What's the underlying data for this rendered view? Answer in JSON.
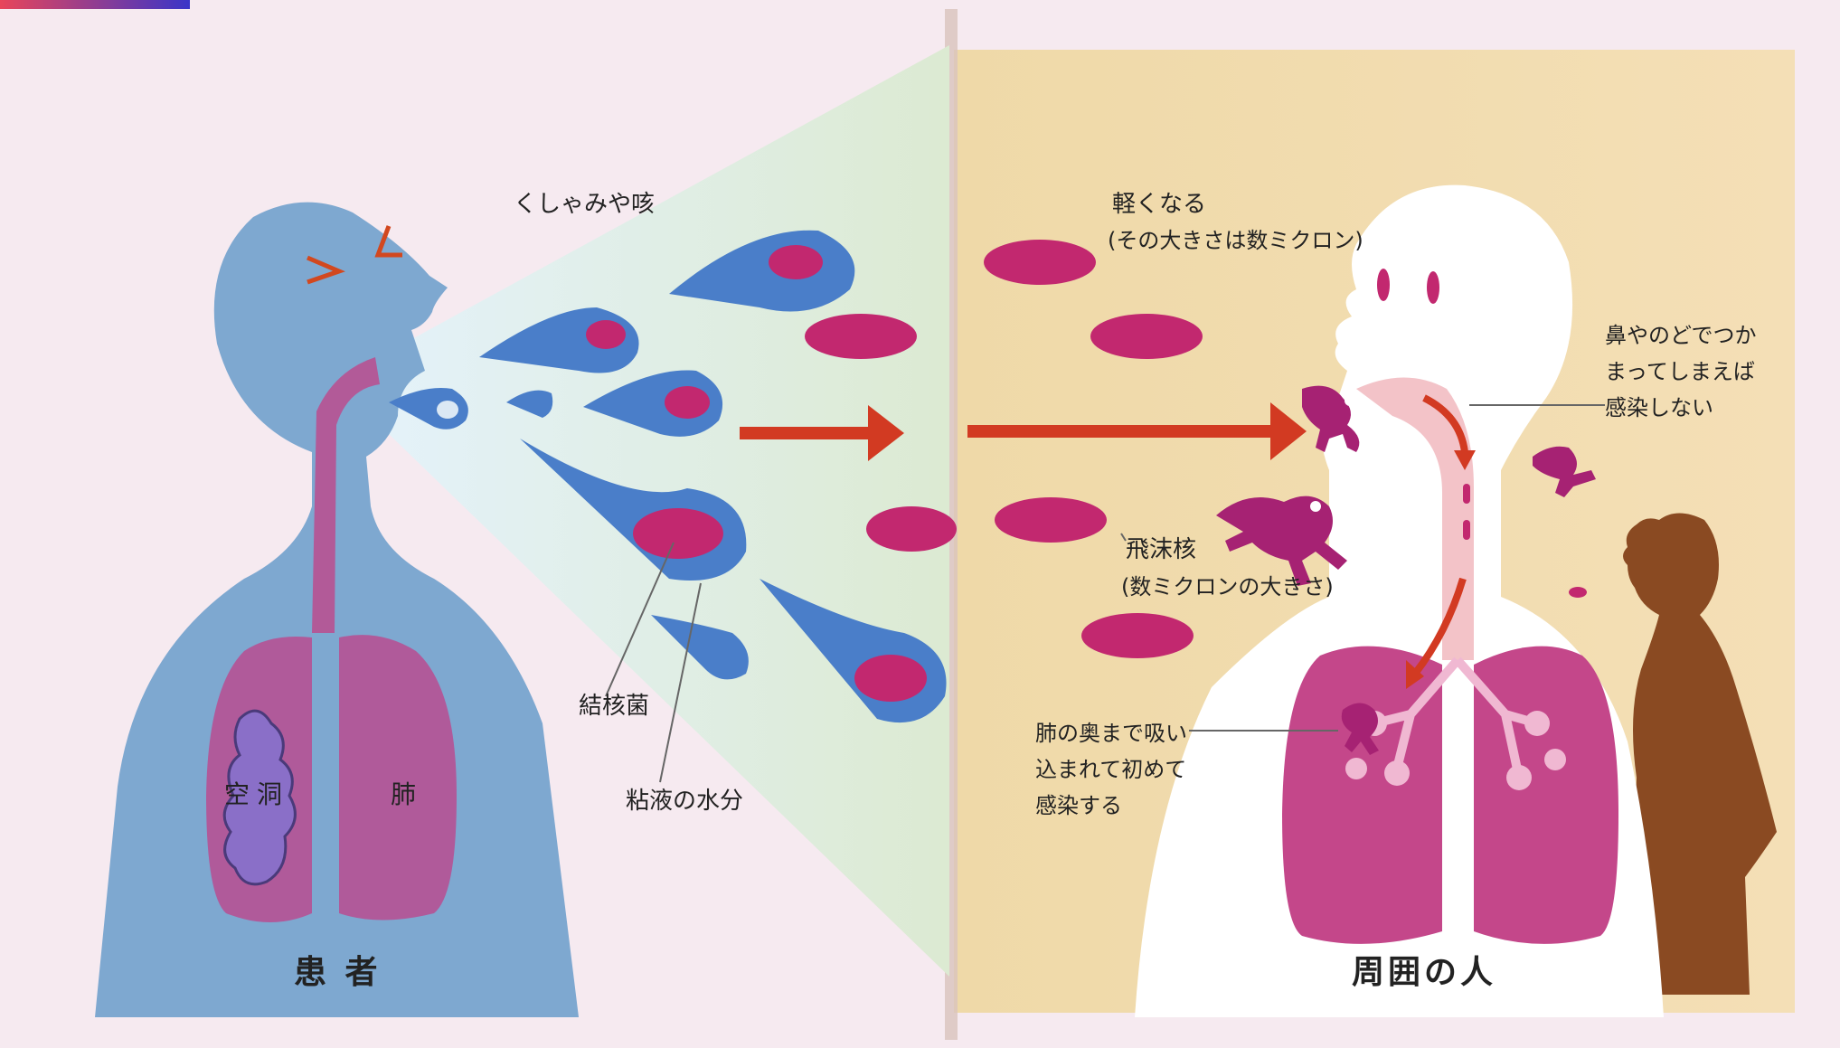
{
  "labels": {
    "sneeze": "くしゃみや咳",
    "lighter": "軽くなる",
    "lighter_size": "(その大きさは数ミクロン)",
    "stuck_line1": "鼻やのどでつか",
    "stuck_line2": "まってしまえば",
    "stuck_line3": "感染しない",
    "droplet_nucleus": "飛沫核",
    "droplet_nucleus_size": "(数ミクロンの大きさ)",
    "bacteria": "結核菌",
    "mucus": "粘液の水分",
    "deep_line1": "肺の奥まで吸い",
    "deep_line2": "込まれて初めて",
    "deep_line3": "感染する",
    "cavity": "空洞",
    "lung": "肺",
    "patient": "患 者",
    "people": "周囲の人"
  },
  "colors": {
    "patient_body": "#7aa6cf",
    "patient_lungs": "#b05a9a",
    "cavity": "#8a6fc8",
    "droplet_blue": "#4a7ec9",
    "nucleus": "#c2286f",
    "arrow_red": "#d23a22",
    "person_white": "#ffffff",
    "person_lungs": "#c4478a",
    "bystander": "#8a4a22",
    "right_bg": "#f0d8a4"
  },
  "icons": {
    "bacteria": "bacteria-character-icon",
    "corner_badge": "corner-badge-icon"
  }
}
